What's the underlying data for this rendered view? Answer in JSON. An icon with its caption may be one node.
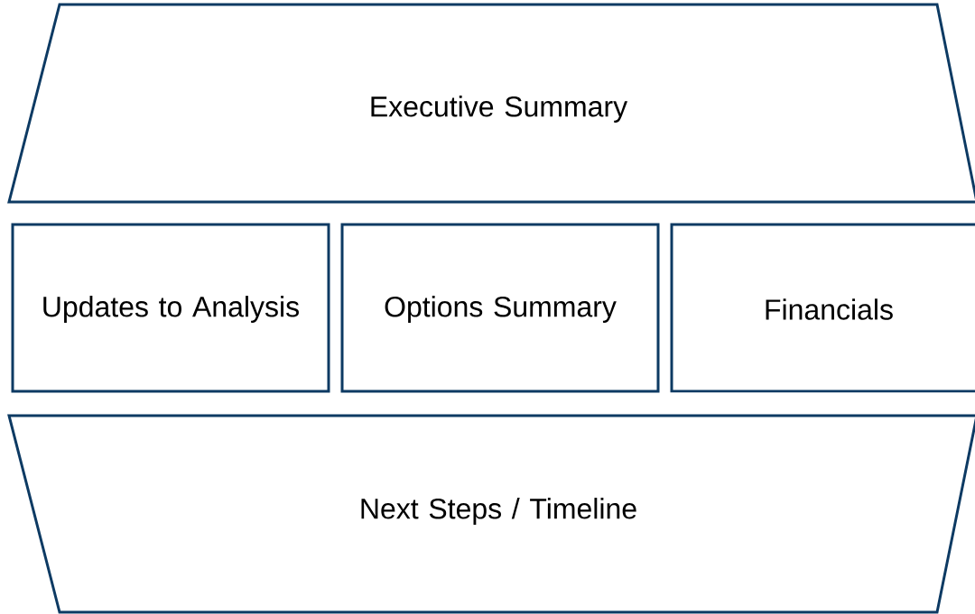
{
  "diagram": {
    "nodes": [
      {
        "text": [
          "Executive Summary"
        ]
      },
      {
        "text": [
          "Updates to Analysis"
        ]
      },
      {
        "text": [
          "Options Summary"
        ]
      },
      {
        "text": [
          "Financials"
        ]
      },
      {
        "text": [
          "Next Steps / Timeline"
        ]
      }
    ]
  }
}
